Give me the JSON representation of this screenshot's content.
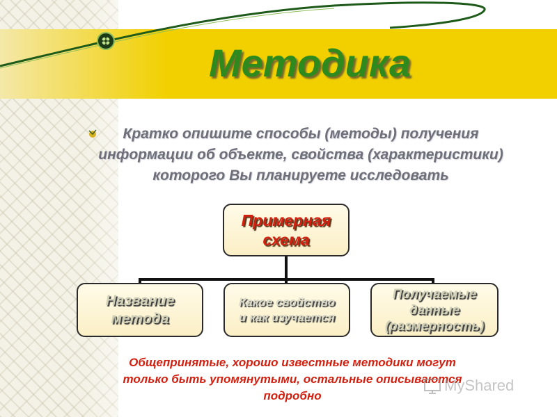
{
  "slide": {
    "title": "Методика",
    "instruction_lines": [
      "Кратко опишите способы (методы) получения",
      "информации об объекте, свойства (характеристики)",
      "которого Вы планируете исследовать"
    ],
    "scheme": {
      "root_lines": [
        "Примерная",
        "схема"
      ],
      "children": [
        {
          "lines": [
            "Название",
            "метода"
          ]
        },
        {
          "lines": [
            "Какое свойство",
            "и как изучается"
          ]
        },
        {
          "lines": [
            "Получаемые",
            "данные",
            "(размерность)"
          ]
        }
      ]
    },
    "footer_lines": [
      "Общепринятые, хорошо известные методики могут",
      "только быть упомянутыми, остальные описываются",
      "подробно"
    ],
    "watermark": "MyShared"
  },
  "colors": {
    "title_green": "#2f8a1e",
    "band_yellow": "#f2d000",
    "accent_red": "#d22010",
    "instruction_gray": "#6f6f7a"
  },
  "icons": [
    "swoosh-decoration",
    "dot-icon",
    "bullet-icon",
    "watermark-icon"
  ]
}
